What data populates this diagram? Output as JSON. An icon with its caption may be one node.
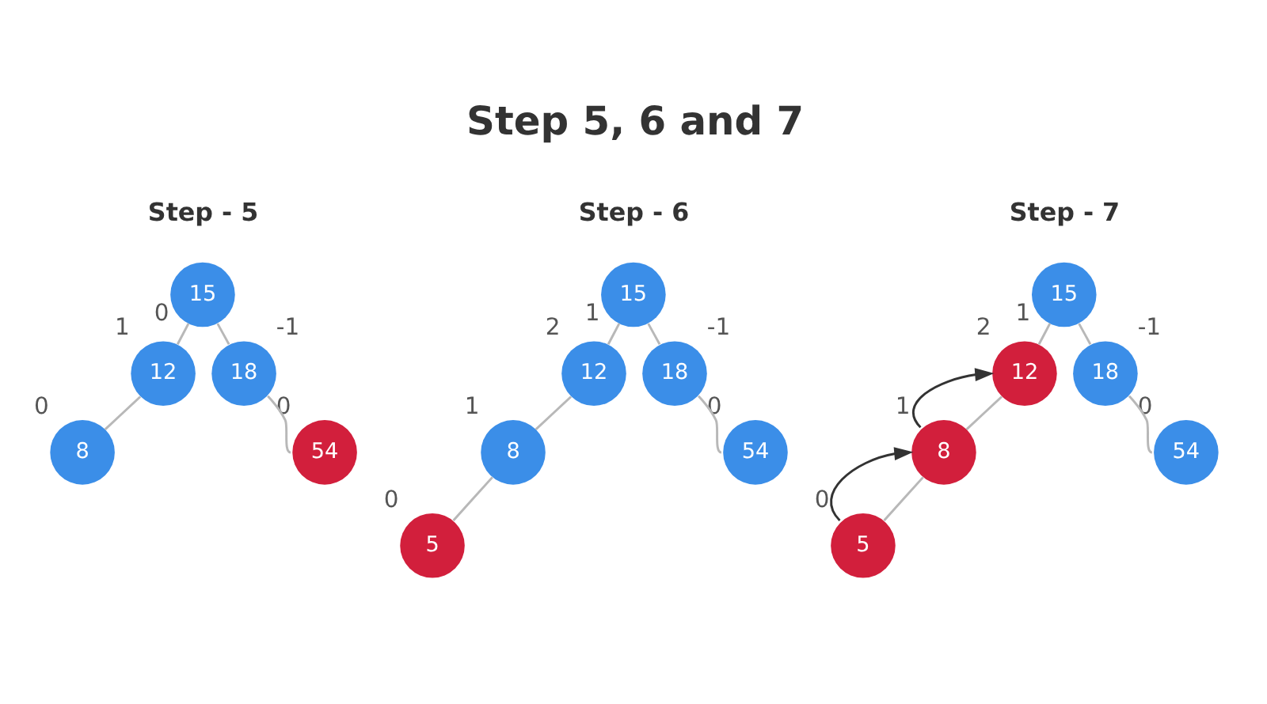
{
  "diagram": {
    "title": "Step 5, 6 and 7",
    "nodes": [
      {
        "text": [
          "15"
        ],
        "beside": [
          "0"
        ]
      },
      {
        "text": [
          "12"
        ],
        "beside": [
          "1"
        ]
      },
      {
        "text": [
          "18"
        ],
        "beside": [
          "-1"
        ]
      },
      {
        "text": [
          "8"
        ],
        "beside": [
          "0"
        ]
      },
      {
        "text": [
          "54"
        ],
        "beside": [
          "0"
        ]
      },
      {
        "text": [
          "15"
        ],
        "beside": [
          "1"
        ]
      },
      {
        "text": [
          "12"
        ],
        "beside": [
          "2"
        ]
      },
      {
        "text": [
          "18"
        ],
        "beside": [
          "-1"
        ]
      },
      {
        "text": [
          "8"
        ],
        "beside": [
          "1"
        ]
      },
      {
        "text": [
          "54"
        ],
        "beside": [
          "0"
        ]
      },
      {
        "text": [
          "5"
        ],
        "beside": [
          "0"
        ]
      },
      {
        "text": [
          "15"
        ],
        "beside": [
          "1"
        ]
      },
      {
        "text": [
          "12"
        ],
        "beside": [
          "2"
        ]
      },
      {
        "text": [
          "18"
        ],
        "beside": [
          "-1"
        ]
      },
      {
        "text": [
          "8"
        ],
        "beside": [
          "1"
        ]
      },
      {
        "text": [
          "54"
        ],
        "beside": [
          "0"
        ]
      },
      {
        "text": [
          "5"
        ],
        "beside": [
          "0"
        ]
      }
    ],
    "edges": [
      {
        "from": 0,
        "to": 1,
        "arrow": "none"
      },
      {
        "from": 0,
        "to": 2,
        "arrow": "none"
      },
      {
        "from": 1,
        "to": 3,
        "arrow": "none"
      },
      {
        "from": 2,
        "to": 4,
        "arrow": "none"
      },
      {
        "from": 5,
        "to": 6,
        "arrow": "none"
      },
      {
        "from": 5,
        "to": 7,
        "arrow": "none"
      },
      {
        "from": 6,
        "to": 8,
        "arrow": "none"
      },
      {
        "from": 7,
        "to": 9,
        "arrow": "none"
      },
      {
        "from": 8,
        "to": 10,
        "arrow": "none"
      },
      {
        "from": 11,
        "to": 12,
        "arrow": "none"
      },
      {
        "from": 11,
        "to": 13,
        "arrow": "none"
      },
      {
        "from": 12,
        "to": 14,
        "arrow": "none"
      },
      {
        "from": 13,
        "to": 15,
        "arrow": "none"
      },
      {
        "from": 14,
        "to": 16,
        "arrow": "none"
      },
      {
        "from": 16,
        "to": 14,
        "arrow": "to",
        "color": "#333333"
      },
      {
        "from": 14,
        "to": 12,
        "arrow": "to",
        "color": "#333333"
      }
    ],
    "labels": [
      "Step - 5",
      "Step - 6",
      "Step - 7"
    ]
  }
}
